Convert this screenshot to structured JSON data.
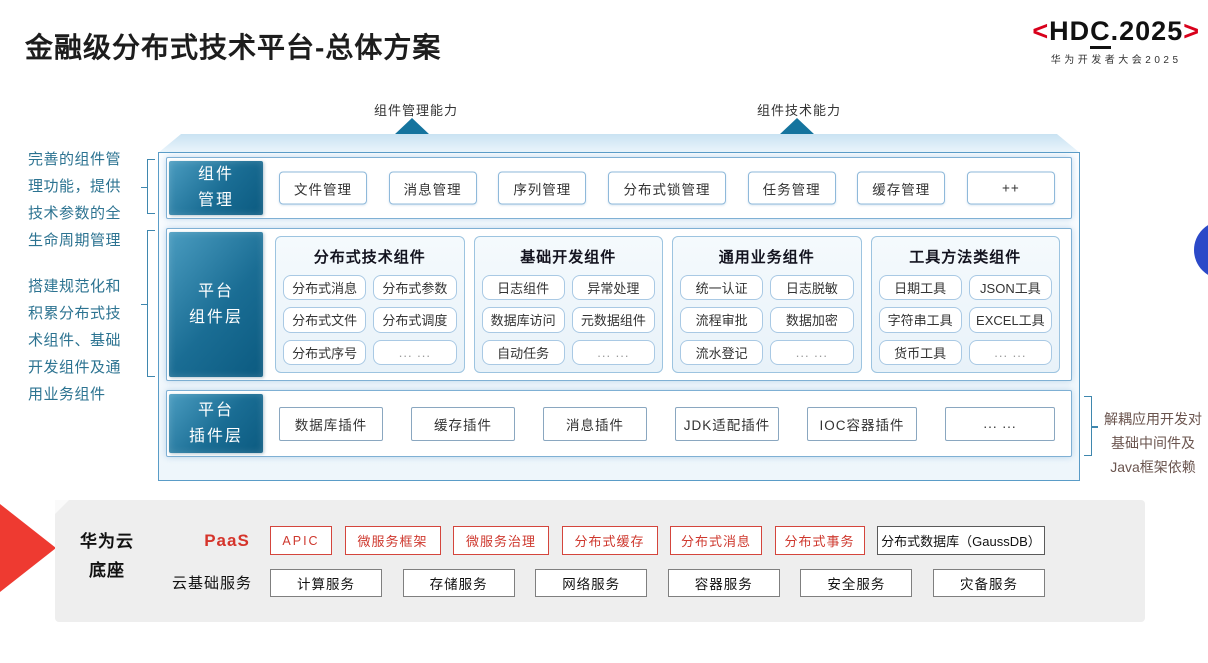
{
  "title": "金融级分布式技术平台-总体方案",
  "logo": {
    "bracket_left": "<",
    "part1": "HD",
    "part2": "C",
    "part3": ".2025",
    "bracket_right": ">",
    "subtitle": "华为开发者大会2025"
  },
  "arrows": {
    "left_label": "组件管理能力",
    "right_label": "组件技术能力"
  },
  "left_notes": {
    "note1": "完善的组件管理功能，提供技术参数的全生命周期管理",
    "note2": "搭建规范化和积累分布式技术组件、基础开发组件及通用业务组件"
  },
  "right_note": {
    "line1": "解耦应用开发对",
    "line2": "基础中间件及",
    "line3": "Java框架依赖"
  },
  "rows": {
    "management": {
      "label_top": "组件",
      "label_bottom": "管理",
      "items": [
        "文件管理",
        "消息管理",
        "序列管理",
        "分布式锁管理",
        "任务管理",
        "缓存管理",
        "++"
      ]
    },
    "components": {
      "label_top": "平台",
      "label_bottom": "组件层",
      "groups": [
        {
          "title": "分布式技术组件",
          "items": [
            "分布式消息",
            "分布式参数",
            "分布式文件",
            "分布式调度",
            "分布式序号",
            "... ..."
          ]
        },
        {
          "title": "基础开发组件",
          "items": [
            "日志组件",
            "异常处理",
            "数据库访问",
            "元数据组件",
            "自动任务",
            "... ..."
          ]
        },
        {
          "title": "通用业务组件",
          "items": [
            "统一认证",
            "日志脱敏",
            "流程审批",
            "数据加密",
            "流水登记",
            "... ..."
          ]
        },
        {
          "title": "工具方法类组件",
          "items": [
            "日期工具",
            "JSON工具",
            "字符串工具",
            "EXCEL工具",
            "货币工具",
            "... ..."
          ]
        }
      ]
    },
    "plugins": {
      "label_top": "平台",
      "label_bottom": "插件层",
      "items": [
        "数据库插件",
        "缓存插件",
        "消息插件",
        "JDK适配插件",
        "IOC容器插件",
        "... ..."
      ]
    }
  },
  "foundation": {
    "label_top": "华为云",
    "label_bottom": "底座",
    "paas": {
      "label": "PaaS",
      "items": [
        "APIC",
        "微服务框架",
        "微服务治理",
        "分布式缓存",
        "分布式消息",
        "分布式事务"
      ],
      "db_item": "分布式数据库（GaussDB）"
    },
    "iaas": {
      "label": "云基础服务",
      "items": [
        "计算服务",
        "存储服务",
        "网络服务",
        "容器服务",
        "安全服务",
        "灾备服务"
      ]
    }
  },
  "colors": {
    "teal_dark": "#0b5a80",
    "teal_light": "#4a9cc0",
    "arrow_teal": "#15749e",
    "note_teal": "#2c7391",
    "row_border_blue": "#7fb0d4",
    "item_border_blue": "#a9c9e4",
    "hdc_red": "#d8001b",
    "paas_red": "#ce382e",
    "chevron_red": "#ee3a31",
    "dot_blue": "#2b49c8",
    "panel_gray": "#eeeeee"
  }
}
